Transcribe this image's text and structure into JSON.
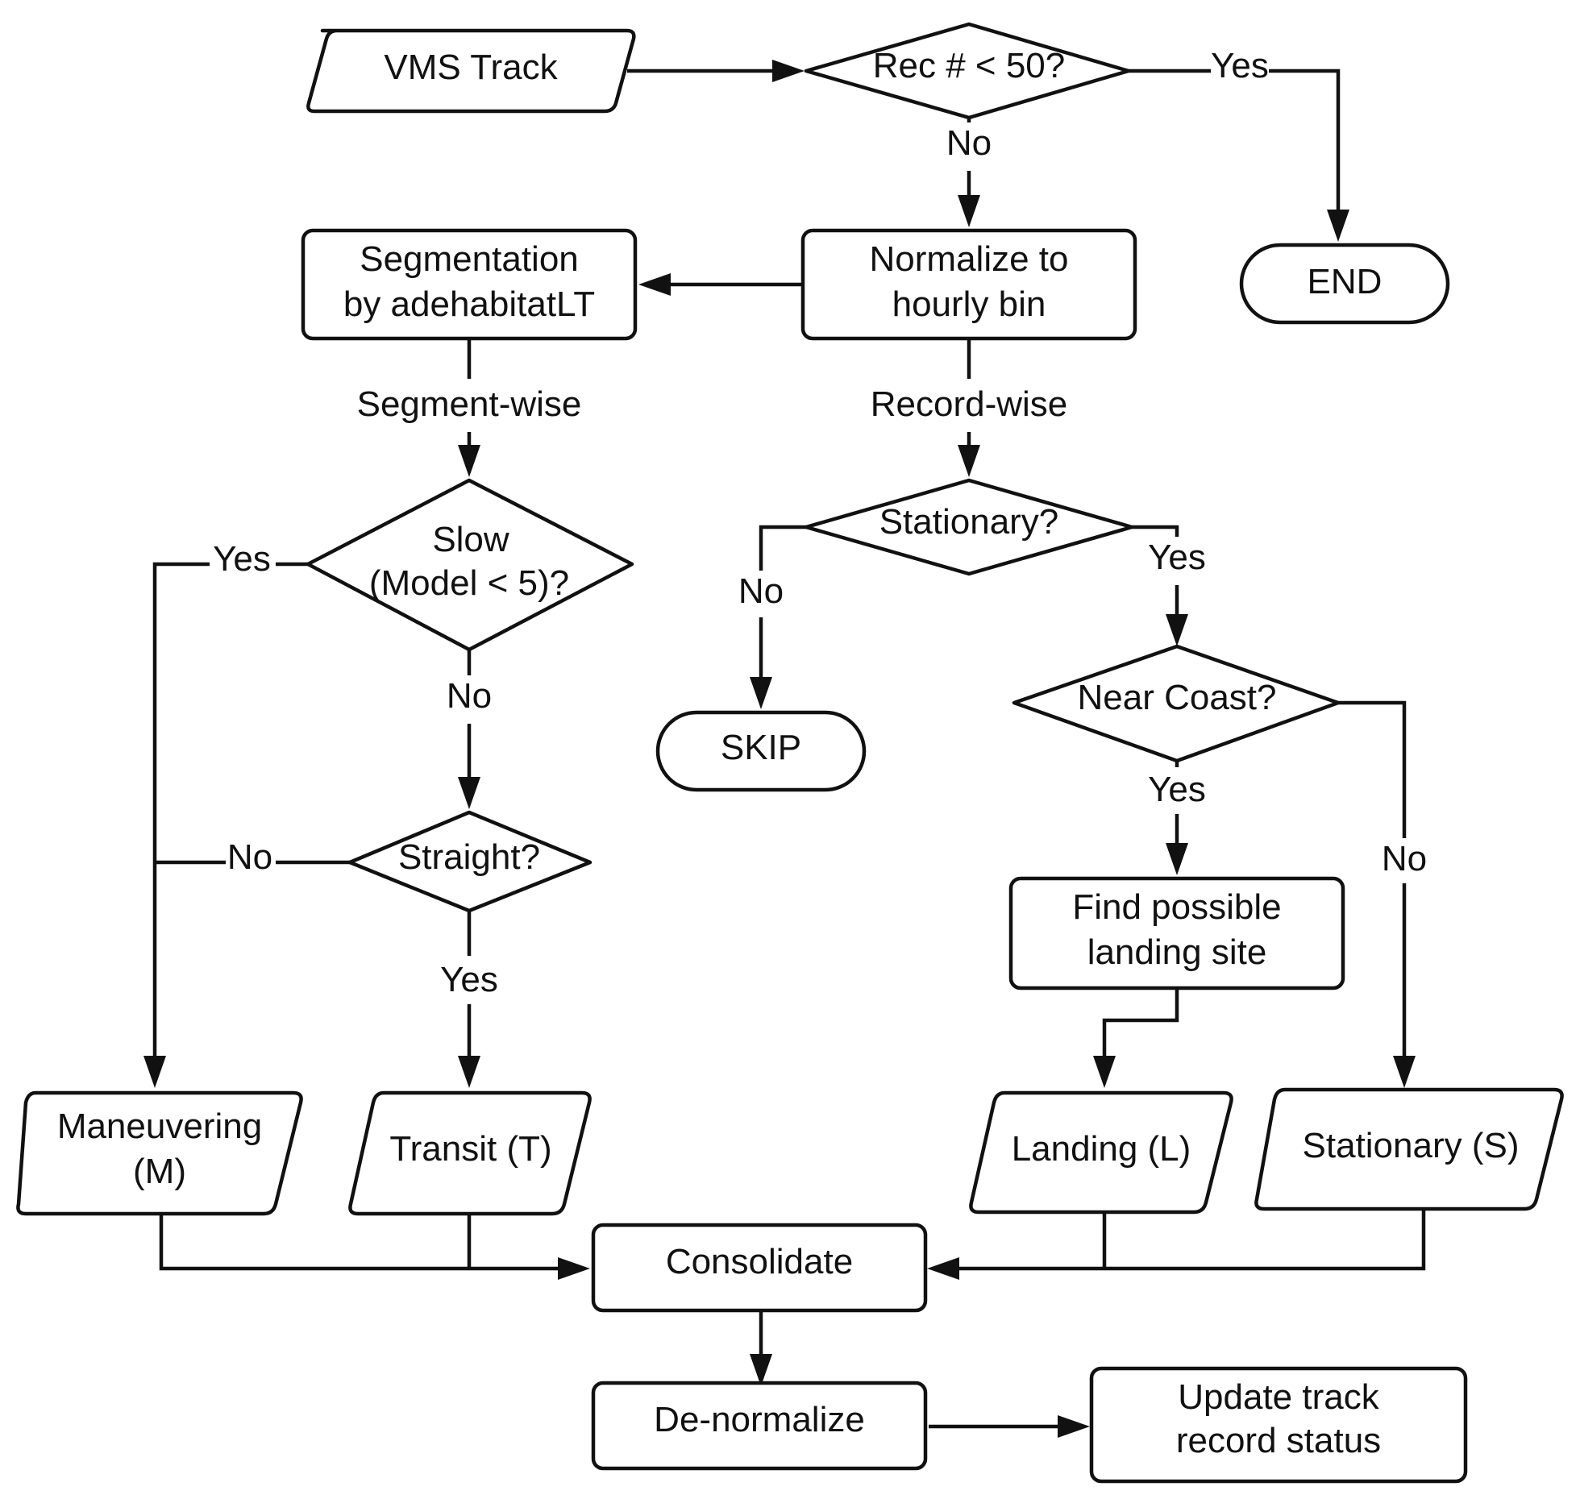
{
  "nodes": {
    "vms_track": "VMS Track",
    "rec_check": "Rec # < 50?",
    "end": "END",
    "normalize": [
      "Normalize to",
      "hourly bin"
    ],
    "segmentation": [
      "Segmentation",
      "by adehabitatLT"
    ],
    "slow": [
      "Slow",
      "(Model < 5)?"
    ],
    "stationary_check": "Stationary?",
    "skip": "SKIP",
    "near_coast": "Near Coast?",
    "straight": "Straight?",
    "find_landing": [
      "Find possible",
      "landing site"
    ],
    "maneuvering": [
      "Maneuvering",
      "(M)"
    ],
    "transit": "Transit (T)",
    "landing": "Landing (L)",
    "stationary_s": "Stationary (S)",
    "consolidate": "Consolidate",
    "denormalize": "De-normalize",
    "update_track": [
      "Update track",
      "record status"
    ]
  },
  "edge_labels": {
    "rec_yes": "Yes",
    "rec_no": "No",
    "segment_wise": "Segment-wise",
    "record_wise": "Record-wise",
    "slow_yes": "Yes",
    "slow_no": "No",
    "stationary_no": "No",
    "stationary_yes": "Yes",
    "coast_yes": "Yes",
    "coast_no": "No",
    "straight_no": "No",
    "straight_yes": "Yes"
  }
}
